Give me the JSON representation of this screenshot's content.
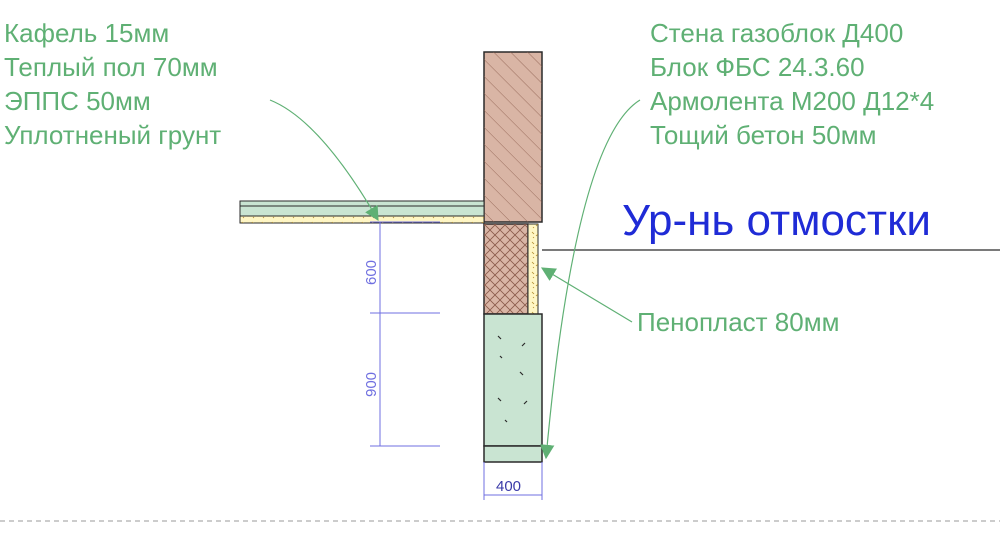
{
  "colors": {
    "label": "#5fb074",
    "level": "#1f2bd6",
    "wall": "#d9b5a5",
    "block": "#c9e4d2",
    "insulation": "#fff6c4",
    "outline": "#2a2a2a",
    "dimension": "#6f6fe0"
  },
  "labels_left": [
    "Кафель 15мм",
    "Теплый пол 70мм",
    "ЭППС 50мм",
    "Уплотненый грунт"
  ],
  "labels_right": [
    "Стена газоблок  Д400",
    "Блок ФБС 24.3.60",
    "Армолента  М200 Д12*4",
    "Тощий бетон 50мм"
  ],
  "level_label": "Ур-нь отмостки",
  "insulation_label": "Пенопласт 80мм",
  "dimensions": {
    "upper": "600",
    "lower": "900",
    "width": "400"
  }
}
